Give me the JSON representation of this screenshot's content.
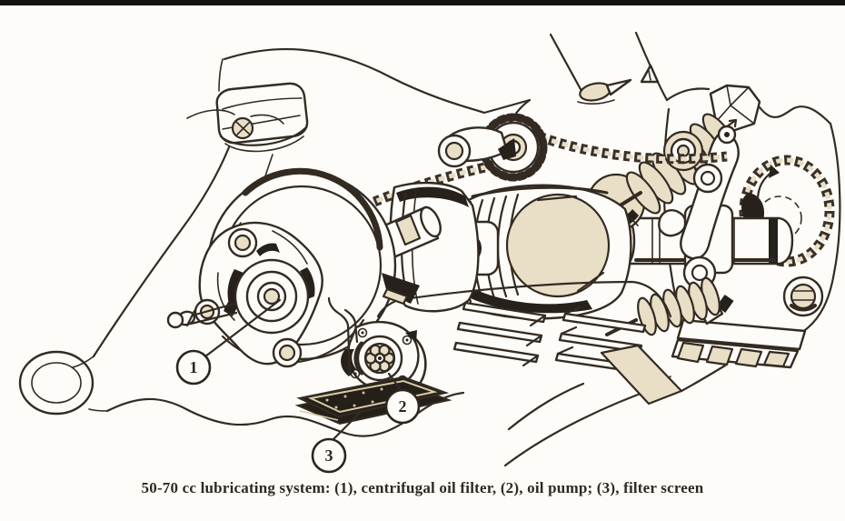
{
  "figure": {
    "caption": "50-70 cc lubricating system: (1), centrifugal oil filter, (2), oil pump; (3), filter screen",
    "callouts": [
      {
        "number": "1",
        "label": "centrifugal oil filter"
      },
      {
        "number": "2",
        "label": "oil pump"
      },
      {
        "number": "3",
        "label": "filter screen"
      }
    ],
    "colors": {
      "paper": "#fdfcf8",
      "ink": "#332b22",
      "dark_fill": "#27211b",
      "cream_highlight": "#e9dfc7",
      "top_scan_bar": "#151210"
    }
  }
}
